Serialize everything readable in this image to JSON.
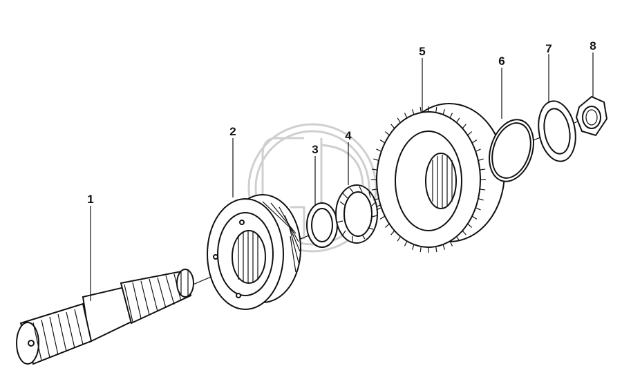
{
  "diagram": {
    "callouts": [
      {
        "id": "1",
        "label": "1"
      },
      {
        "id": "2",
        "label": "2"
      },
      {
        "id": "3",
        "label": "3"
      },
      {
        "id": "4",
        "label": "4"
      },
      {
        "id": "5",
        "label": "5"
      },
      {
        "id": "6",
        "label": "6"
      },
      {
        "id": "7",
        "label": "7"
      },
      {
        "id": "8",
        "label": "8"
      }
    ]
  },
  "colors": {
    "line": "#111111",
    "background": "#ffffff",
    "watermark": "#cfcfcf"
  }
}
